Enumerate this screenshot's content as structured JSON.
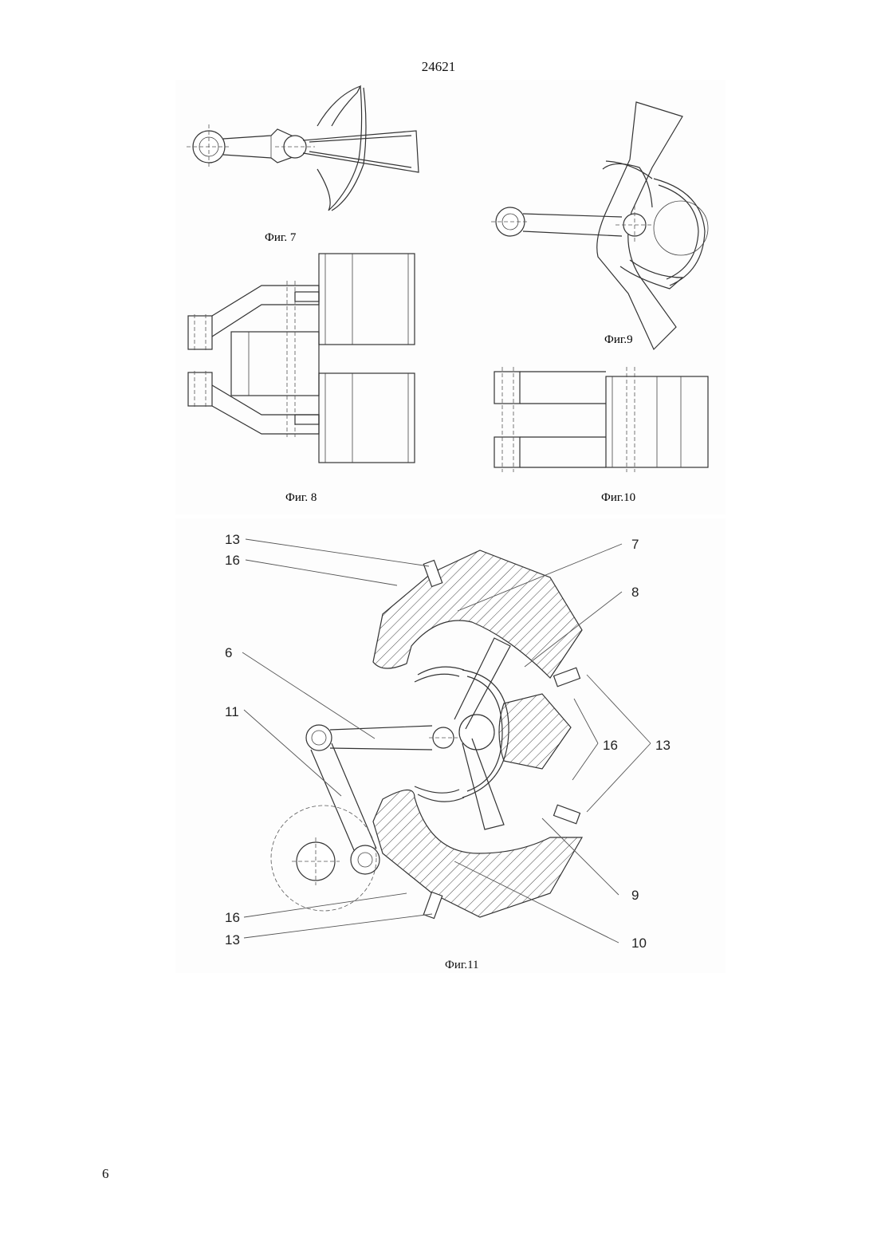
{
  "header": {
    "document_number": "24621"
  },
  "footer": {
    "page_number": "6"
  },
  "figures": {
    "fig7": {
      "caption": "Фиг. 7"
    },
    "fig8": {
      "caption": "Фиг. 8"
    },
    "fig9": {
      "caption": "Фиг.9"
    },
    "fig10": {
      "caption": "Фиг.10"
    },
    "fig11": {
      "caption": "Фиг.11",
      "callouts": {
        "label_7": "7",
        "label_8": "8",
        "label_6": "6",
        "label_11": "11",
        "label_9": "9",
        "label_10": "10",
        "label_13_top": "13",
        "label_16_top": "16",
        "label_16_right": "16",
        "label_13_right": "13",
        "label_16_bottom": "16",
        "label_13_bottom": "13"
      }
    }
  }
}
